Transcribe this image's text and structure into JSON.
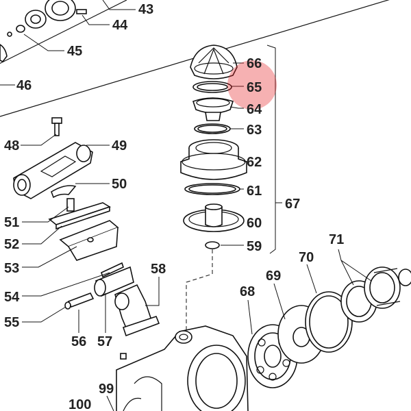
{
  "diagram": {
    "labels": {
      "l43": "43",
      "l44": "44",
      "l45": "45",
      "l46": "46",
      "l48": "48",
      "l49": "49",
      "l50": "50",
      "l51": "51",
      "l52": "52",
      "l53": "53",
      "l54": "54",
      "l55": "55",
      "l56": "56",
      "l57": "57",
      "l58": "58",
      "l59": "59",
      "l60": "60",
      "l61": "61",
      "l62": "62",
      "l63": "63",
      "l64": "64",
      "l65": "65",
      "l66": "66",
      "l67": "67",
      "l68": "68",
      "l69": "69",
      "l70": "70",
      "l71": "71",
      "l99": "99",
      "l100": "100"
    },
    "highlight_label": "65",
    "colors": {
      "highlight": "#e5262a",
      "line": "#111111",
      "text": "#222222",
      "background": "#ffffff"
    }
  }
}
